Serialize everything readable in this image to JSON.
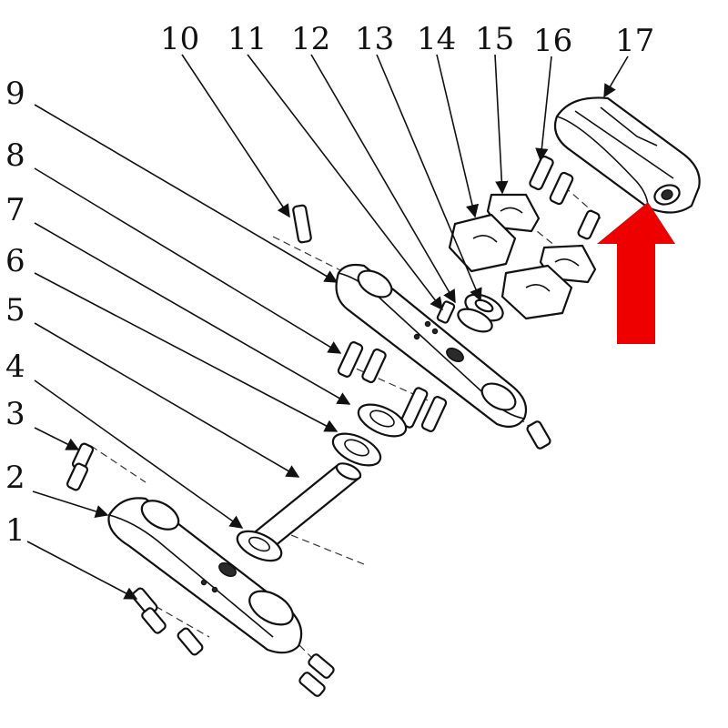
{
  "diagram": {
    "callouts": [
      {
        "id": "1",
        "label": "1"
      },
      {
        "id": "2",
        "label": "2"
      },
      {
        "id": "3",
        "label": "3"
      },
      {
        "id": "4",
        "label": "4"
      },
      {
        "id": "5",
        "label": "5"
      },
      {
        "id": "6",
        "label": "6"
      },
      {
        "id": "7",
        "label": "7"
      },
      {
        "id": "8",
        "label": "8"
      },
      {
        "id": "9",
        "label": "9"
      },
      {
        "id": "10",
        "label": "10"
      },
      {
        "id": "11",
        "label": "11"
      },
      {
        "id": "12",
        "label": "12"
      },
      {
        "id": "13",
        "label": "13"
      },
      {
        "id": "14",
        "label": "14"
      },
      {
        "id": "15",
        "label": "15"
      },
      {
        "id": "16",
        "label": "16"
      },
      {
        "id": "17",
        "label": "17"
      }
    ],
    "highlight_arrow_color": "#ee0000",
    "line_color": "#111111"
  }
}
